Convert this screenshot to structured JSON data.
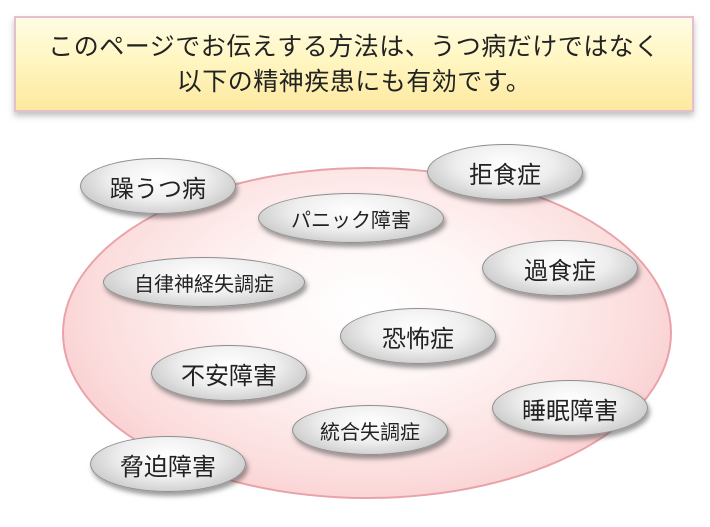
{
  "banner": {
    "line1": "このページでお伝えする方法は、うつ病だけではなく",
    "line2": "以下の精神疾患にも有効です。"
  },
  "conditions": {
    "manic_depression": "躁うつ病",
    "anorexia": "拒食症",
    "panic_disorder": "パニック障害",
    "autonomic_ataxia": "自律神経失調症",
    "binge_eating": "過食症",
    "phobia": "恐怖症",
    "anxiety_disorder": "不安障害",
    "sleep_disorder": "睡眠障害",
    "schizophrenia": "統合失調症",
    "ocd": "脅迫障害"
  }
}
